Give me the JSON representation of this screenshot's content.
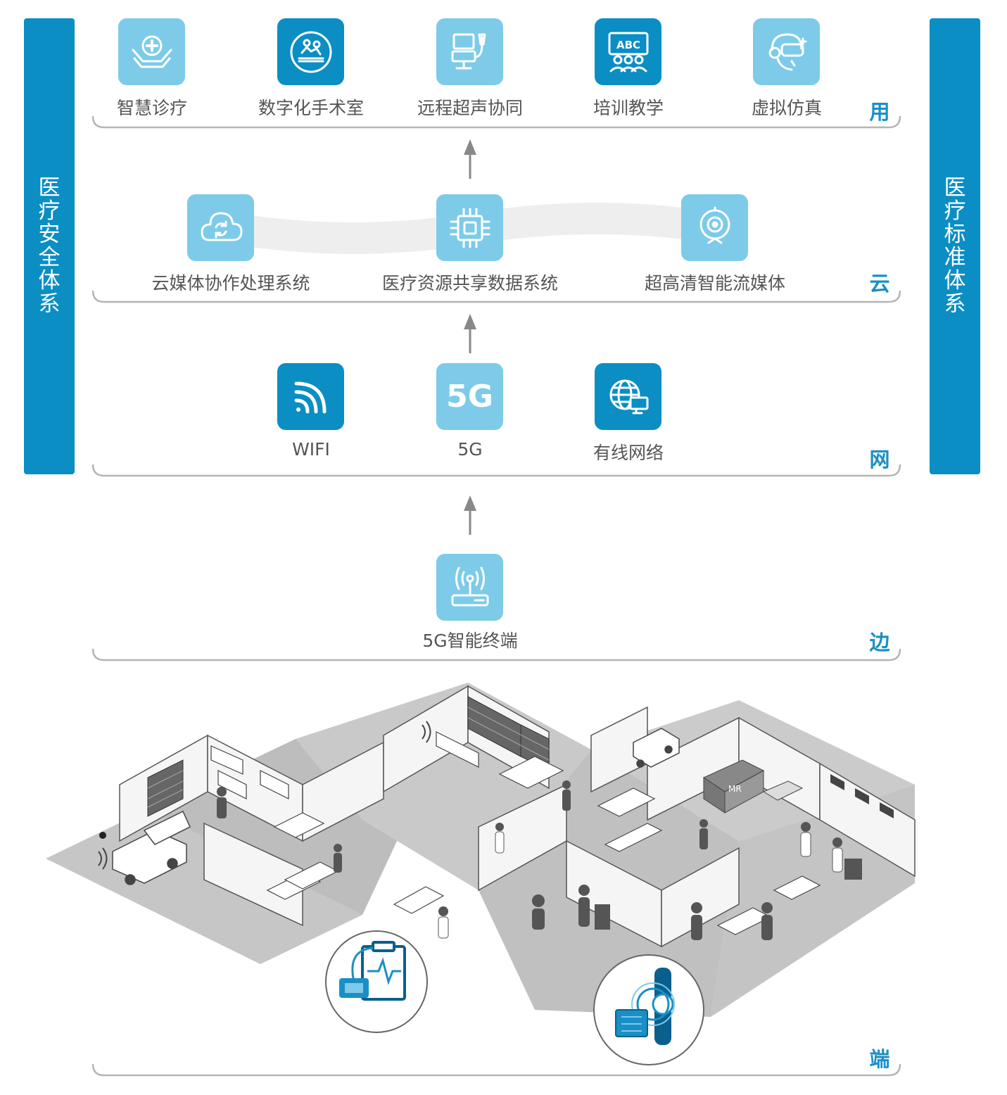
{
  "side_left": "医疗安全体系",
  "side_right": "医疗标准体系",
  "tiers": {
    "app": "用",
    "cloud": "云",
    "net": "网",
    "edge": "边",
    "end": "端"
  },
  "app_items": [
    {
      "label": "智慧诊疗",
      "icon": "medical-hands-icon"
    },
    {
      "label": "数字化手术室",
      "icon": "surgery-icon"
    },
    {
      "label": "远程超声协同",
      "icon": "ultrasound-icon"
    },
    {
      "label": "培训教学",
      "icon": "abc-training-icon"
    },
    {
      "label": "虚拟仿真",
      "icon": "vr-headset-icon"
    }
  ],
  "cloud_items": [
    {
      "label": "云媒体协作处理系统",
      "icon": "cloud-sync-icon"
    },
    {
      "label": "医疗资源共享数据系统",
      "icon": "chip-icon"
    },
    {
      "label": "超高清智能流媒体",
      "icon": "webcam-icon"
    }
  ],
  "net_items": [
    {
      "label": "WIFI",
      "icon": "wifi-icon"
    },
    {
      "label": "5G",
      "icon": "5g-icon",
      "badge": "5G"
    },
    {
      "label": "有线网络",
      "icon": "globe-monitor-icon"
    }
  ],
  "edge_items": [
    {
      "label": "5G智能终端",
      "icon": "router-icon"
    }
  ],
  "scene": {
    "mr_label": "MR"
  },
  "colors": {
    "dark_blue": "#0a8ec4",
    "light_blue": "#7dcbe8",
    "tier_text": "#1a8fc6",
    "line": "#b5b5b5"
  }
}
